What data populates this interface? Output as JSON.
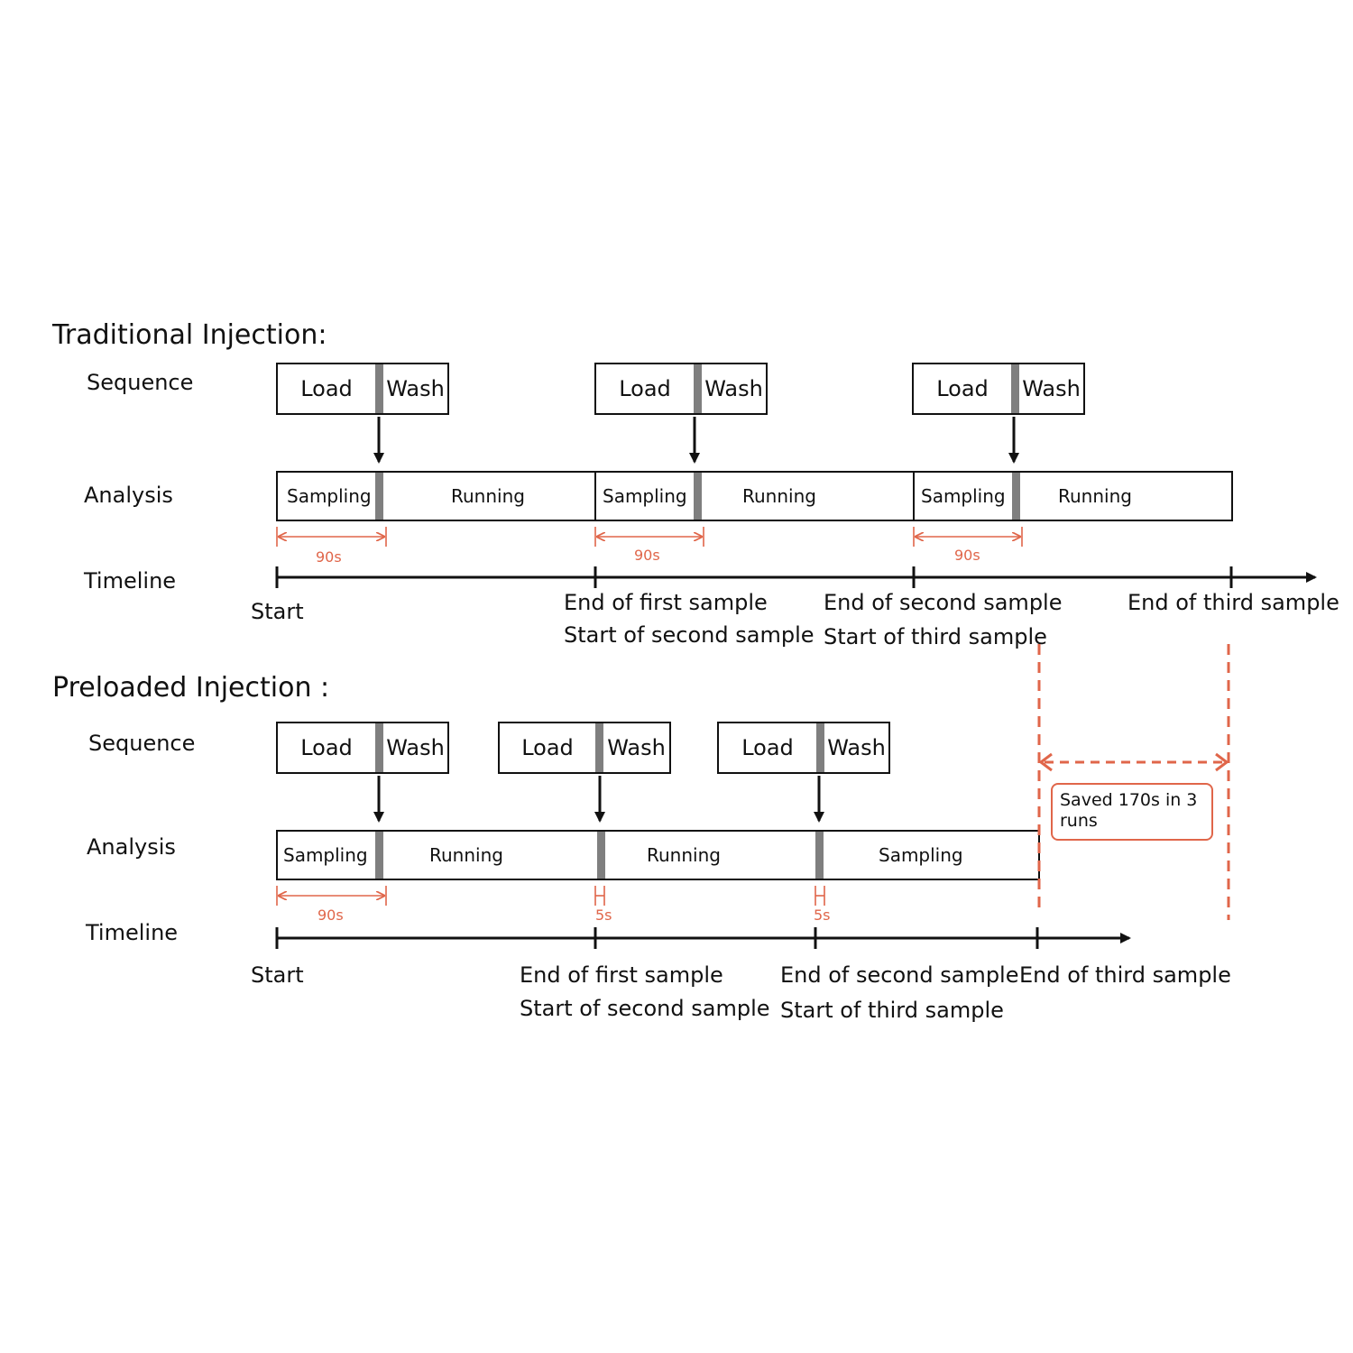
{
  "traditional": {
    "title": "Traditional Injection:",
    "row_labels": {
      "sequence": "Sequence",
      "analysis": "Analysis",
      "timeline": "Timeline"
    },
    "sequence": [
      {
        "load": "Load",
        "wash": "Wash"
      },
      {
        "load": "Load",
        "wash": "Wash"
      },
      {
        "load": "Load",
        "wash": "Wash"
      }
    ],
    "analysis": [
      {
        "sampling": "Sampling",
        "running": "Running"
      },
      {
        "sampling": "Sampling",
        "running": "Running"
      },
      {
        "sampling": "Sampling",
        "running": "Running"
      }
    ],
    "durations": [
      "90s",
      "90s",
      "90s"
    ],
    "timeline": {
      "start": "Start",
      "marks": [
        {
          "line1": "End of first sample",
          "line2": "Start of second sample"
        },
        {
          "line1": "End of second sample",
          "line2": "Start of third sample"
        },
        {
          "line1": "End of third sample",
          "line2": ""
        }
      ]
    }
  },
  "preloaded": {
    "title": "Preloaded Injection :",
    "row_labels": {
      "sequence": "Sequence",
      "analysis": "Analysis",
      "timeline": "Timeline"
    },
    "sequence": [
      {
        "load": "Load",
        "wash": "Wash"
      },
      {
        "load": "Load",
        "wash": "Wash"
      },
      {
        "load": "Load",
        "wash": "Wash"
      }
    ],
    "analysis": {
      "seg1": "Sampling",
      "seg2": "Running",
      "seg3": "Running",
      "seg4": "Sampling"
    },
    "durations": [
      "90s",
      "5s",
      "5s"
    ],
    "timeline": {
      "start": "Start",
      "marks": [
        {
          "line1": "End of first sample",
          "line2": "Start of second sample"
        },
        {
          "line1": "End of second sample",
          "line2": "Start of third sample"
        },
        {
          "line1": "End of third sample",
          "line2": ""
        }
      ]
    }
  },
  "saved": {
    "text": "Saved 170s in 3 runs"
  },
  "colors": {
    "accent": "#e0664a",
    "separator": "#7f7f7f",
    "ink": "#111111"
  }
}
